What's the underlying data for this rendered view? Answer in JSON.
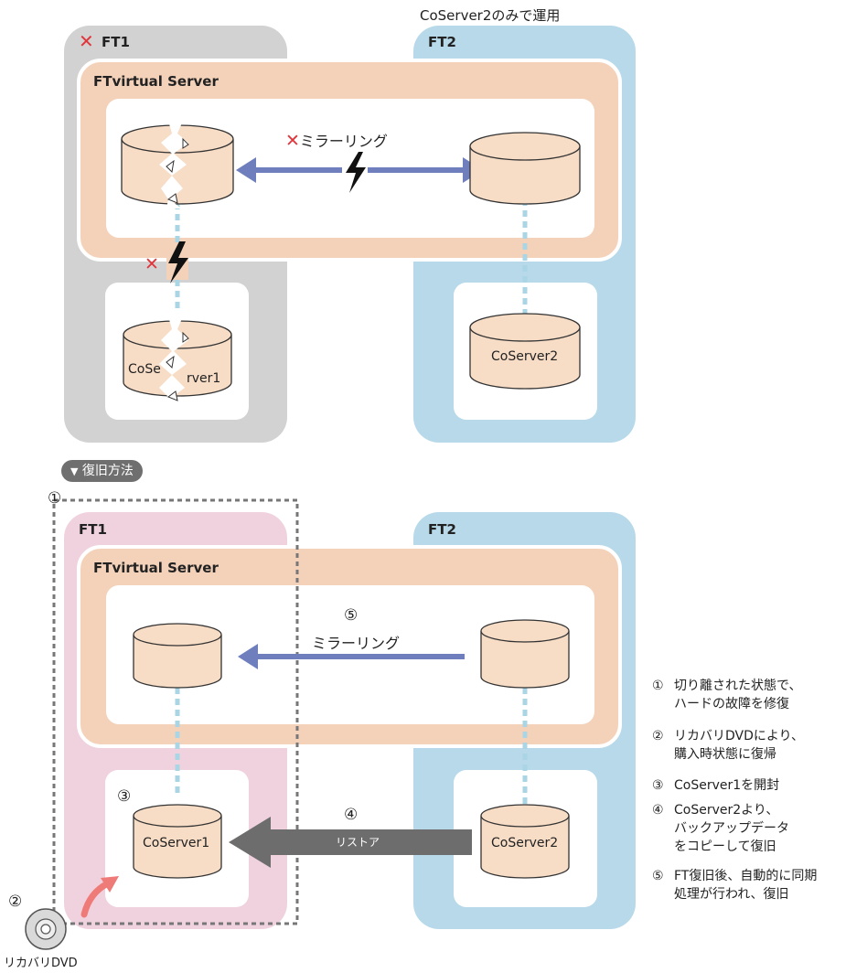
{
  "top": {
    "note": "CoServer2のみで運用",
    "ft1_label": "FT1",
    "ft2_label": "FT2",
    "ftvirtual_label": "FTvirtual Server",
    "mirroring_label": "ミラーリング",
    "coserver1_label": "CoServer1",
    "coserver2_label": "CoServer2"
  },
  "recovery_pill": "復旧方法",
  "bottom": {
    "step1_marker": "①",
    "ft1_label": "FT1",
    "ft2_label": "FT2",
    "ftvirtual_label": "FTvirtual Server",
    "step5_marker": "⑤",
    "mirroring_label": "ミラーリング",
    "step3_marker": "③",
    "coserver1_label": "CoServer1",
    "step4_marker": "④",
    "restore_label": "リストア",
    "coserver2_label": "CoServer2",
    "step2_marker": "②",
    "dvd_label": "リカバリDVD"
  },
  "legend": [
    {
      "num": "①",
      "lines": [
        "切り離された状態で、",
        "ハードの故障を修復"
      ]
    },
    {
      "num": "②",
      "lines": [
        "リカバリDVDにより、",
        "購入時状態に復帰"
      ]
    },
    {
      "num": "③",
      "lines": [
        "CoServer1を開封"
      ]
    },
    {
      "num": "④",
      "lines": [
        "CoServer2より、",
        "バックアップデータ",
        "をコピーして復旧"
      ]
    },
    {
      "num": "⑤",
      "lines": [
        "FT復旧後、自動的に同期",
        "処理が行われ、復旧"
      ]
    }
  ],
  "colors": {
    "ft1_failed_panel": "#d3d2d2",
    "ft1_recovered_panel": "#f0d2df",
    "ft2_panel": "#b7d9ea",
    "ftvirtual": "#f4d2ba",
    "disk_fill": "#f7dcc6",
    "arrow_blue": "#6f7fbd",
    "error_red": "#e0353b",
    "restore_arrow": "#6d6d6d",
    "link_dashed": "#a9d5e5"
  }
}
